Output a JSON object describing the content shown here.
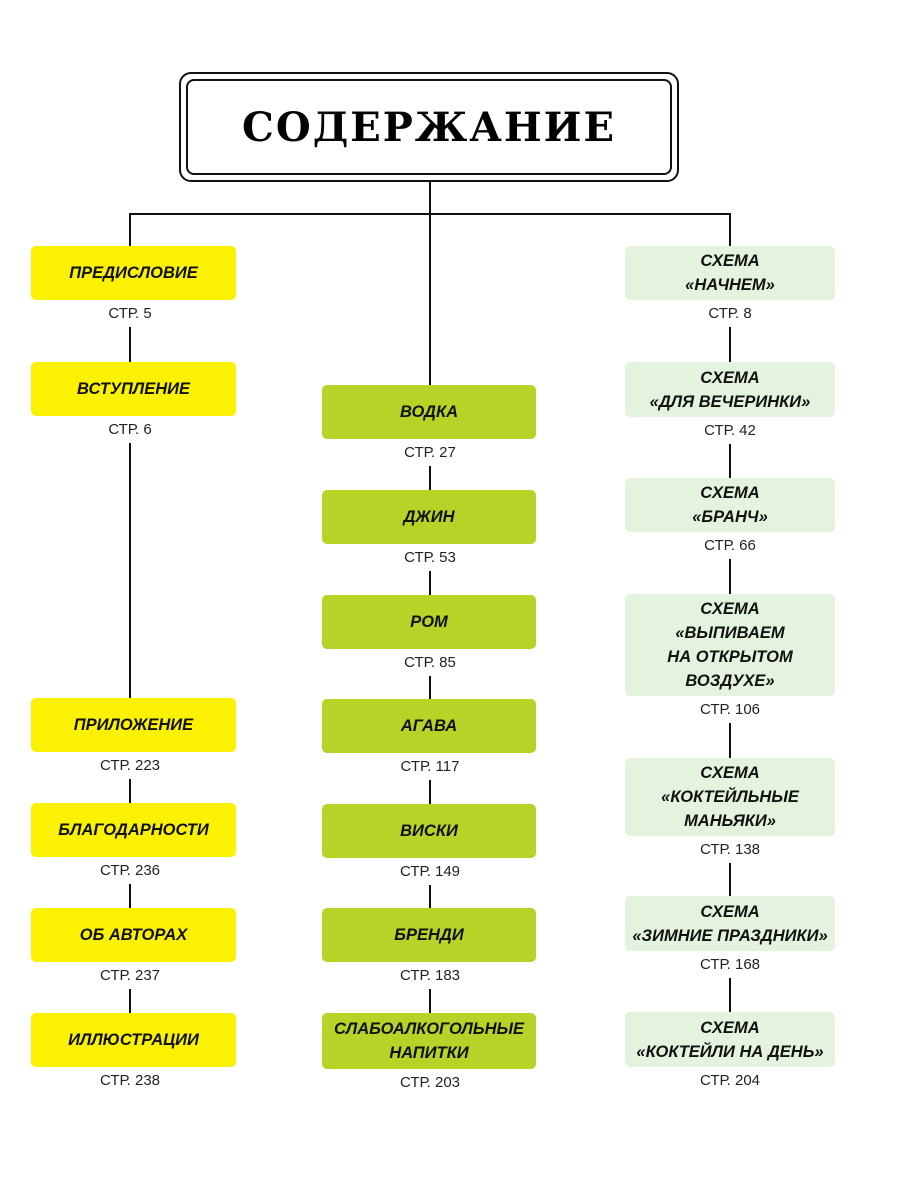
{
  "title": "СОДЕРЖАНИЕ",
  "colors": {
    "left": "#fbf203",
    "middle": "#b7d327",
    "right": "#e3f3dd"
  },
  "left_column": [
    {
      "label": "ПРЕДИСЛОВИЕ",
      "page": "СТР. 5"
    },
    {
      "label": "ВСТУПЛЕНИЕ",
      "page": "СТР. 6"
    },
    {
      "label": "ПРИЛОЖЕНИЕ",
      "page": "СТР. 223"
    },
    {
      "label": "БЛАГОДАРНОСТИ",
      "page": "СТР. 236"
    },
    {
      "label": "ОБ АВТОРАХ",
      "page": "СТР. 237"
    },
    {
      "label": "ИЛЛЮСТРАЦИИ",
      "page": "СТР. 238"
    }
  ],
  "middle_column": [
    {
      "label": "ВОДКА",
      "page": "СТР. 27"
    },
    {
      "label": "ДЖИН",
      "page": "СТР. 53"
    },
    {
      "label": "РОМ",
      "page": "СТР. 85"
    },
    {
      "label": "АГАВА",
      "page": "СТР. 117"
    },
    {
      "label": "ВИСКИ",
      "page": "СТР. 149"
    },
    {
      "label": "БРЕНДИ",
      "page": "СТР. 183"
    },
    {
      "label": "СЛАБОАЛКОГОЛЬНЫЕ\nНАПИТКИ",
      "page": "СТР. 203"
    }
  ],
  "right_column": [
    {
      "label": "СХЕМА\n«НАЧНЕМ»",
      "page": "СТР. 8"
    },
    {
      "label": "СХЕМА\n«ДЛЯ ВЕЧЕРИНКИ»",
      "page": "СТР. 42"
    },
    {
      "label": "СХЕМА\n«БРАНЧ»",
      "page": "СТР. 66"
    },
    {
      "label": "СХЕМА\n«ВЫПИВАЕМ\nНА ОТКРЫТОМ\nВОЗДУХЕ»",
      "page": "СТР. 106"
    },
    {
      "label": "СХЕМА\n«КОКТЕЙЛЬНЫЕ\nМАНЬЯКИ»",
      "page": "СТР. 138"
    },
    {
      "label": "СХЕМА\n«ЗИМНИЕ ПРАЗДНИКИ»",
      "page": "СТР. 168"
    },
    {
      "label": "СХЕМА\n«КОКТЕЙЛИ НА ДЕНЬ»",
      "page": "СТР. 204"
    }
  ]
}
